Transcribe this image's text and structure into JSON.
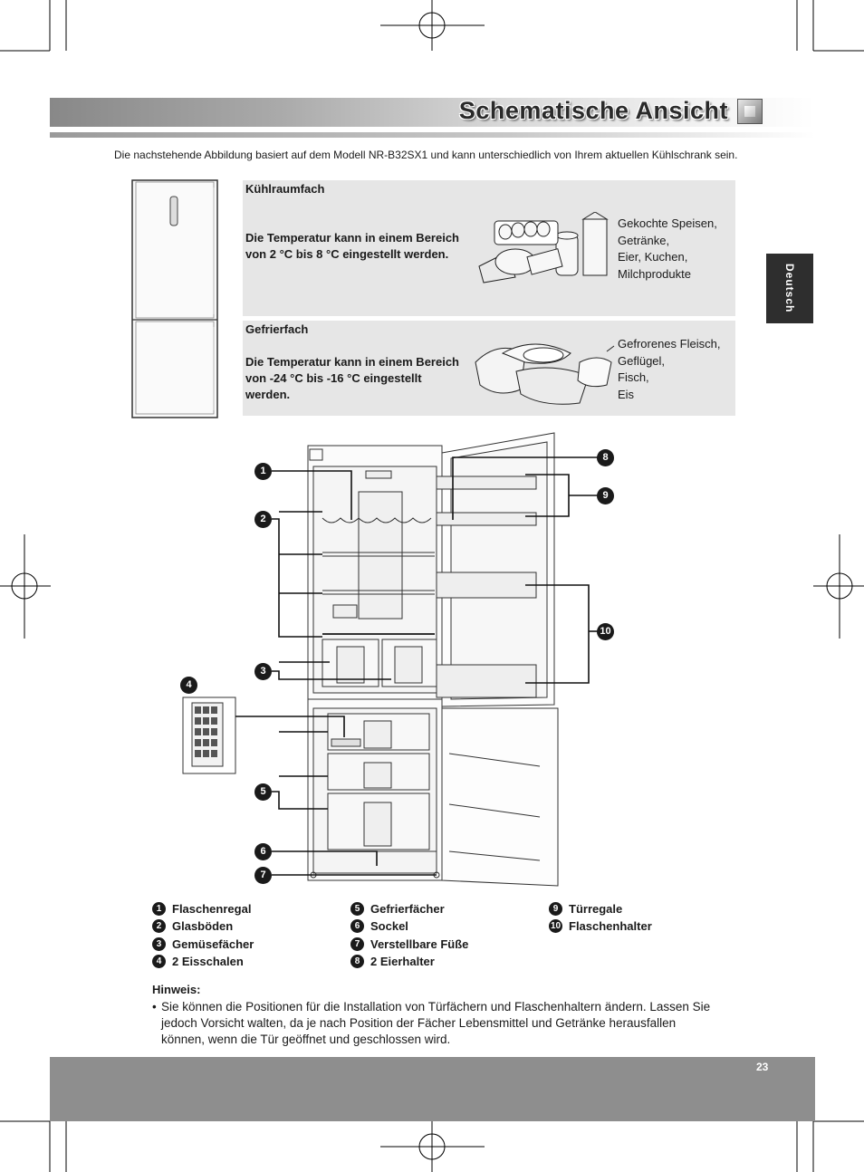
{
  "header": {
    "title": "Schematische Ansicht"
  },
  "intro": "Die nachstehende Abbildung basiert auf dem Modell NR-B32SX1 und kann unterschiedlich von Ihrem aktuellen Kühlschrank sein.",
  "language_tab": "Deutsch",
  "sections": [
    {
      "heading": "Kühlraumfach",
      "description": "Die Temperatur kann in einem Bereich von 2 °C bis 8 °C eingestellt werden.",
      "items": [
        "Gekochte Speisen,",
        "Getränke,",
        "Eier, Kuchen,",
        "Milchprodukte"
      ]
    },
    {
      "heading": "Gefrierfach",
      "description": "Die Temperatur kann in einem Bereich von -24 °C bis -16 °C eingestellt werden.",
      "items": [
        "Gefrorenes Fleisch,",
        "Geflügel,",
        "Fisch,",
        "Eis"
      ]
    }
  ],
  "callouts": [
    "1",
    "2",
    "3",
    "4",
    "5",
    "6",
    "7",
    "8",
    "9",
    "10"
  ],
  "legend": [
    {
      "num": "1",
      "label": "Flaschenregal"
    },
    {
      "num": "2",
      "label": "Glasböden"
    },
    {
      "num": "3",
      "label": "Gemüsefächer"
    },
    {
      "num": "4",
      "label": "2 Eisschalen"
    },
    {
      "num": "5",
      "label": "Gefrierfächer"
    },
    {
      "num": "6",
      "label": "Sockel"
    },
    {
      "num": "7",
      "label": "Verstellbare Füße"
    },
    {
      "num": "8",
      "label": "2 Eierhalter"
    },
    {
      "num": "9",
      "label": "Türregale"
    },
    {
      "num": "10",
      "label": "Flaschenhalter"
    }
  ],
  "note": {
    "heading": "Hinweis:",
    "bullet": "•",
    "text": "Sie können die Positionen für die Installation von Türfächern und Flaschenhaltern ändern. Lassen Sie jedoch Vorsicht walten, da je nach Position der Fächer Lebensmittel und Getränke herausfallen können, wenn die Tür geöffnet und geschlossen wird."
  },
  "footer": {
    "page_number": "23"
  }
}
